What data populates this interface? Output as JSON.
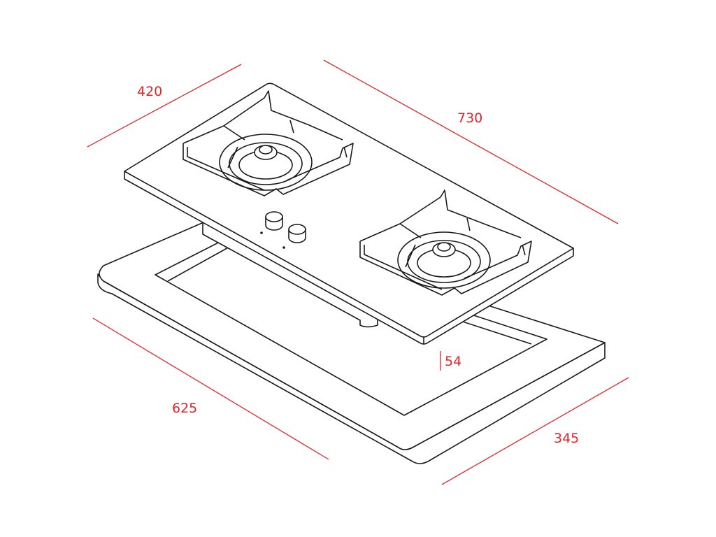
{
  "title": "Built-in gas hob dimension drawing",
  "dimensions": {
    "depth": "420",
    "width": "730",
    "cutout_width": "625",
    "cutout_depth": "345",
    "height": "54"
  },
  "colors": {
    "dimension": "#e0262a",
    "line": "#1a1a1a"
  }
}
